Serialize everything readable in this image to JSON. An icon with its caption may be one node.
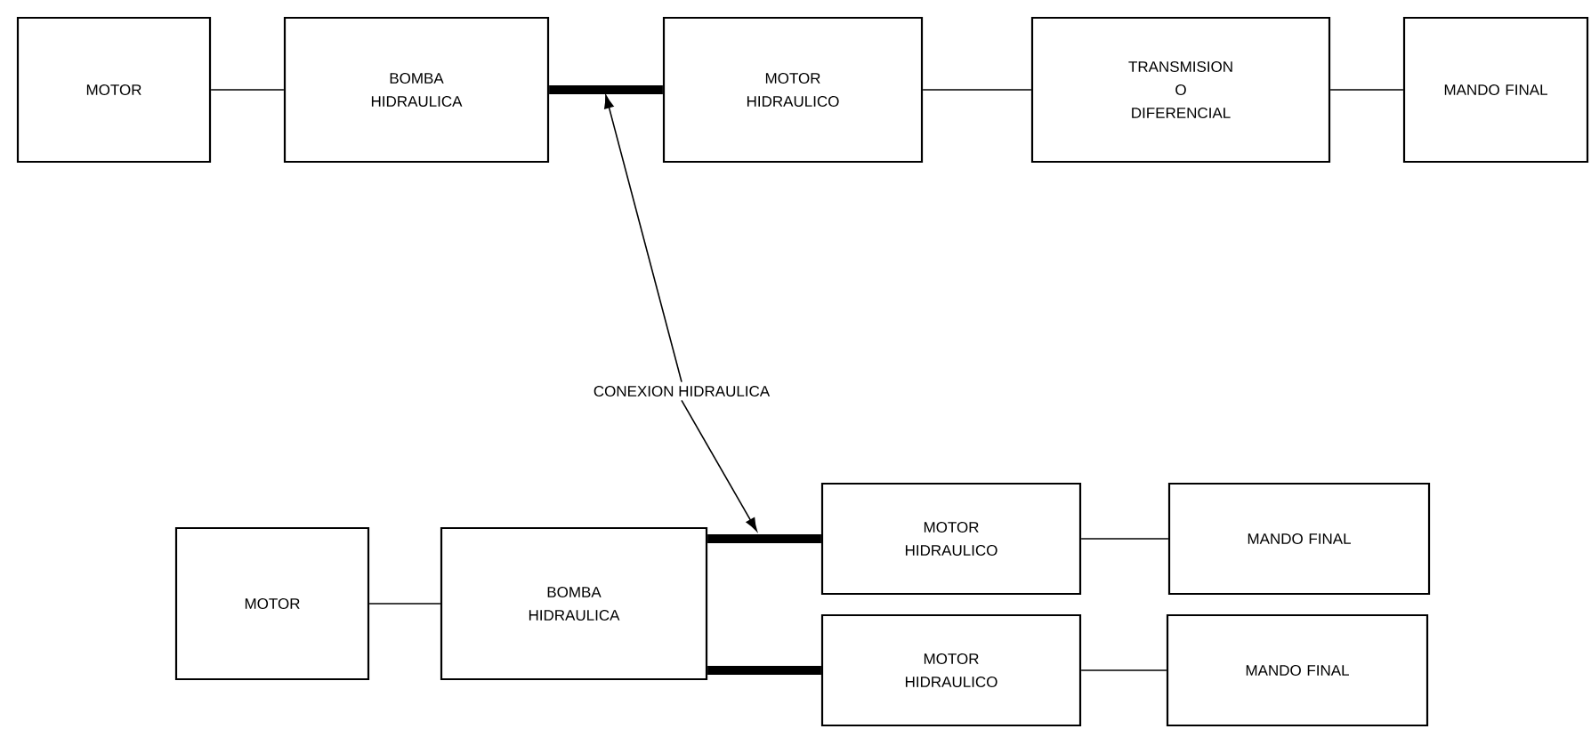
{
  "diagram": {
    "nodes": [
      {
        "text": [
          "MOTOR"
        ]
      },
      {
        "text": [
          "BOMBA HIDRAULICA"
        ]
      },
      {
        "text": [
          "MOTOR HIDRAULICO"
        ]
      },
      {
        "text": [
          "TRANSMISION O DIFERENCIAL"
        ]
      },
      {
        "text": [
          "MANDO FINAL"
        ]
      },
      {
        "text": [
          "CONEXION HIDRAULICA"
        ]
      },
      {
        "text": [
          "MOTOR"
        ]
      },
      {
        "text": [
          "BOMBA HIDRAULICA"
        ]
      },
      {
        "text": [
          "MOTOR HIDRAULICO"
        ]
      },
      {
        "text": [
          "MANDO FINAL"
        ]
      },
      {
        "text": [
          "MOTOR HIDRAULICO"
        ]
      },
      {
        "text": [
          "MANDO FINAL"
        ]
      }
    ],
    "edges": [
      {
        "from": 0,
        "to": 1,
        "arrow": "none"
      },
      {
        "from": 1,
        "to": 2,
        "arrow": "none",
        "style": "thick"
      },
      {
        "from": 2,
        "to": 3,
        "arrow": "none"
      },
      {
        "from": 3,
        "to": 4,
        "arrow": "none"
      },
      {
        "from": 5,
        "to": null,
        "arrow": "to"
      },
      {
        "from": 5,
        "to": null,
        "arrow": "to"
      },
      {
        "from": 6,
        "to": 7,
        "arrow": "none"
      },
      {
        "from": 7,
        "to": 8,
        "arrow": "none",
        "style": "thick"
      },
      {
        "from": 7,
        "to": 10,
        "arrow": "none",
        "style": "thick"
      },
      {
        "from": 8,
        "to": 9,
        "arrow": "none"
      },
      {
        "from": 10,
        "to": 11,
        "arrow": "none"
      }
    ]
  }
}
